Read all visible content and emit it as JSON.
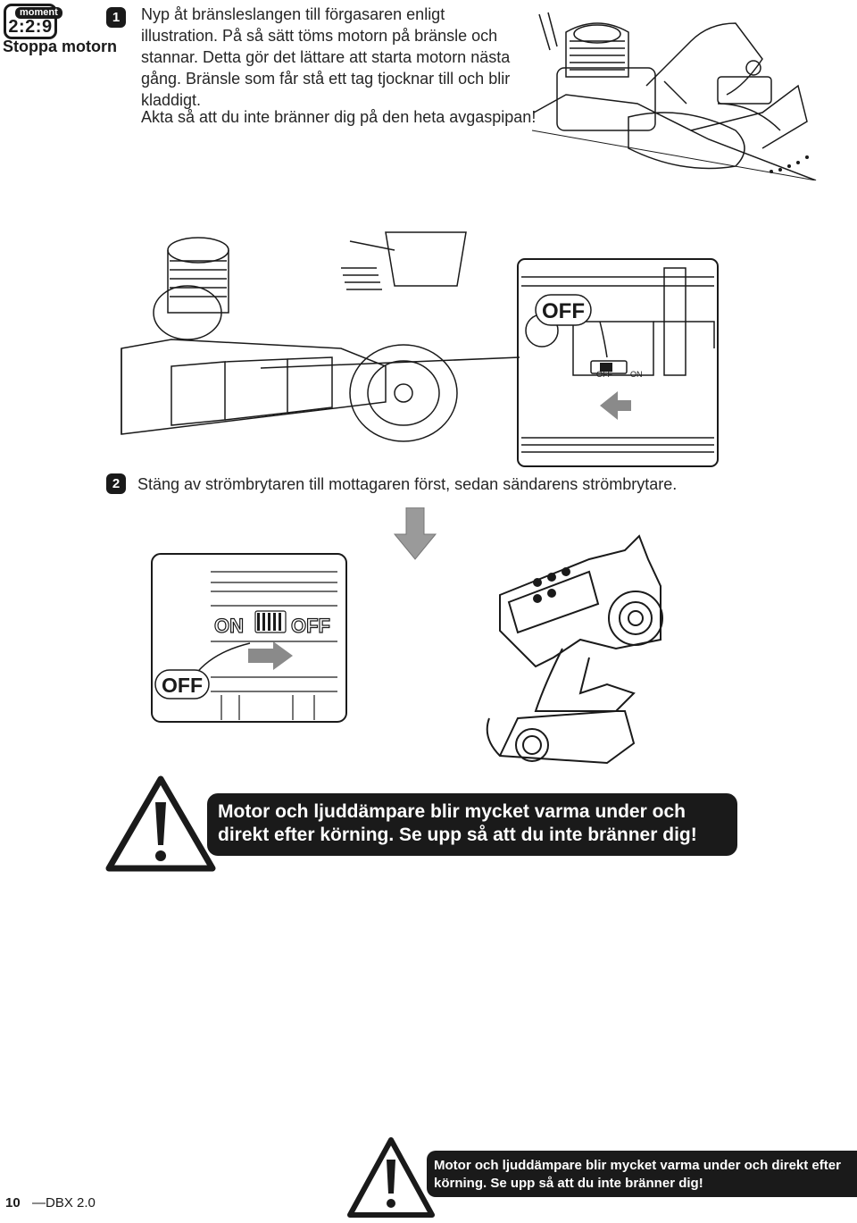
{
  "section": {
    "moment_label": "moment",
    "moment_number": "2:2:9",
    "title": "Stoppa motorn"
  },
  "step1": {
    "number": "1",
    "text": "Nyp åt bränsleslangen till förgasaren enligt illustration. På så sätt töms motorn på bränsle och stannar. Detta gör det lättare att starta motorn nästa gång. Bränsle som får stå ett tag tjocknar till och blir kladdigt.",
    "caution": "Akta så att du inte bränner dig på den heta avgaspipan!"
  },
  "receiver_switch": {
    "state_label": "OFF",
    "switch_off": "OFF",
    "switch_on": "ON"
  },
  "step2": {
    "number": "2",
    "text": "Stäng av strömbrytaren till mottagaren först, sedan sändarens strömbrytare."
  },
  "transmitter_switch": {
    "on_label": "ON",
    "off_label": "OFF",
    "state_label": "OFF"
  },
  "warning_main": {
    "text": "Motor och ljuddämpare blir mycket varma under och direkt efter körning. Se upp så att du inte bränner dig!"
  },
  "warning_footer": {
    "text": "Motor och ljuddämpare blir mycket varma under och direkt efter körning. Se upp så att du inte bränner dig!"
  },
  "footer": {
    "page_number": "10",
    "model": "—DBX 2.0"
  },
  "colors": {
    "ink": "#1a1a1a",
    "arrow_gray": "#9a9a9a",
    "paper": "#ffffff"
  }
}
